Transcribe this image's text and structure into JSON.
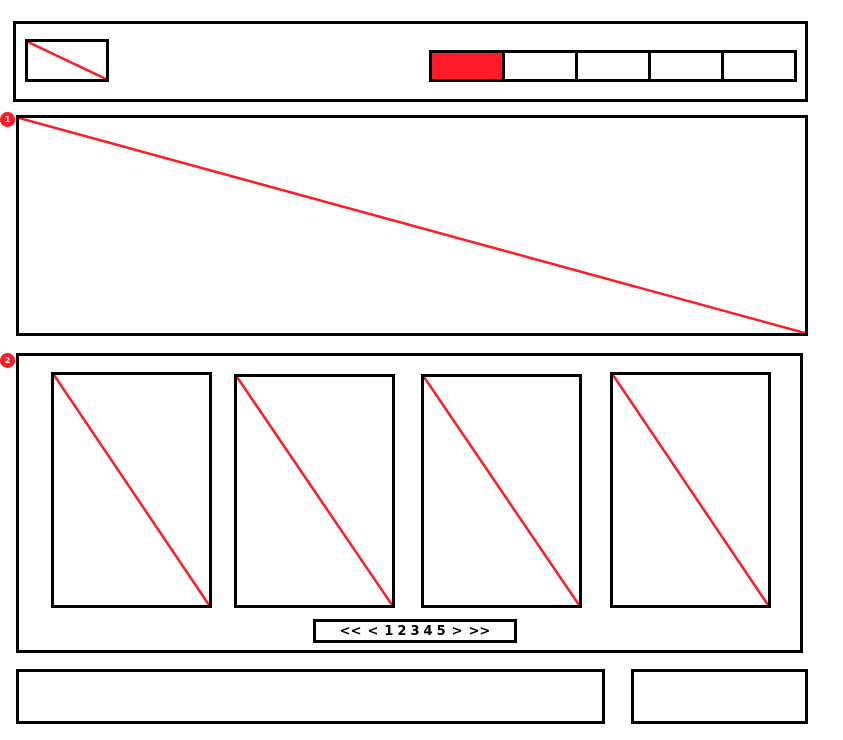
{
  "theme": {
    "accent": "#ff1a27",
    "stroke": "#000000"
  },
  "header": {
    "logo": "image-placeholder",
    "nav": {
      "items": 5,
      "active_index": 0
    }
  },
  "markers": [
    "1",
    "2"
  ],
  "gallery": {
    "cards": 4,
    "pager": {
      "first": "<<",
      "prev": "<",
      "pages": [
        "1",
        "2",
        "3",
        "4",
        "5"
      ],
      "next": ">",
      "last": ">>"
    }
  }
}
